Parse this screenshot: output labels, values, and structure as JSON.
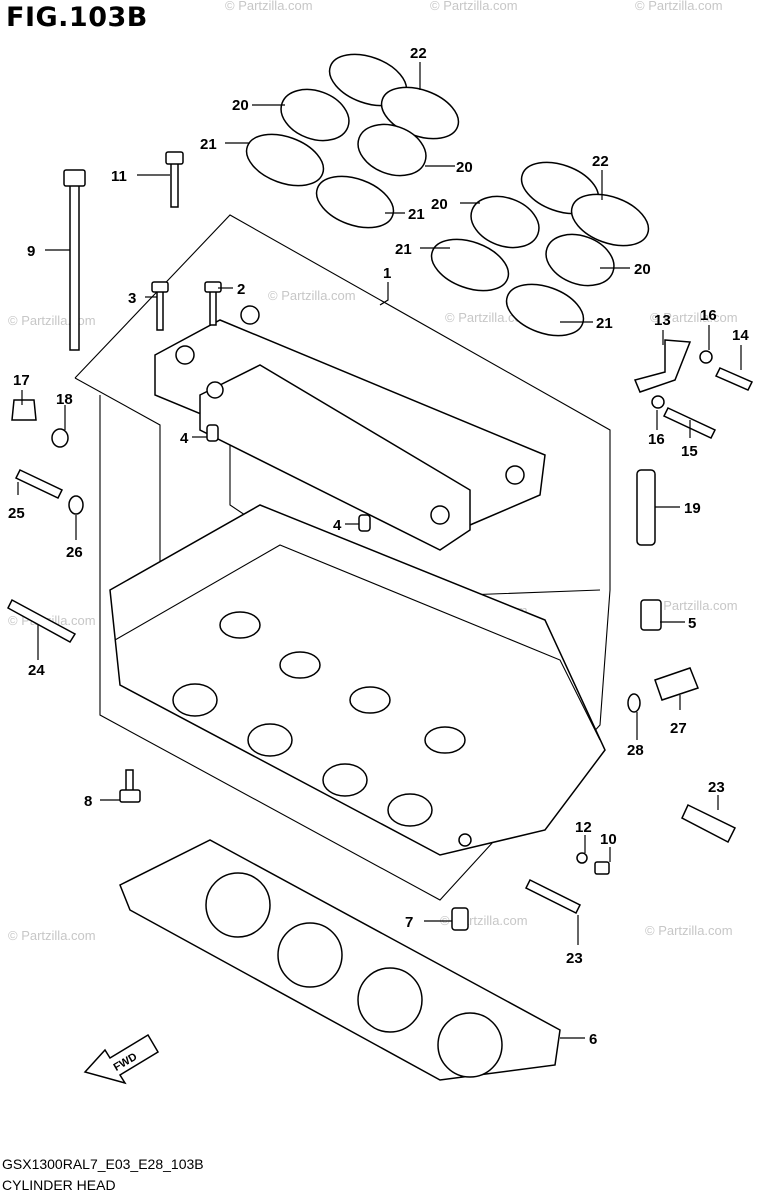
{
  "figure": {
    "title": "FIG.103B",
    "code": "GSX1300RAL7_E03_E28_103B",
    "name": "CYLINDER HEAD",
    "fwd_label": "FWD"
  },
  "watermark": "© Partzilla.com",
  "callouts": [
    {
      "id": "c22a",
      "label": "22"
    },
    {
      "id": "c20a",
      "label": "20"
    },
    {
      "id": "c21a",
      "label": "21"
    },
    {
      "id": "c20b",
      "label": "20"
    },
    {
      "id": "c21b",
      "label": "21"
    },
    {
      "id": "c22b",
      "label": "22"
    },
    {
      "id": "c20c",
      "label": "20"
    },
    {
      "id": "c21c",
      "label": "21"
    },
    {
      "id": "c20d",
      "label": "20"
    },
    {
      "id": "c21d",
      "label": "21"
    },
    {
      "id": "c11",
      "label": "11"
    },
    {
      "id": "c9",
      "label": "9"
    },
    {
      "id": "c1",
      "label": "1"
    },
    {
      "id": "c2",
      "label": "2"
    },
    {
      "id": "c3",
      "label": "3"
    },
    {
      "id": "c13",
      "label": "13"
    },
    {
      "id": "c16a",
      "label": "16"
    },
    {
      "id": "c14",
      "label": "14"
    },
    {
      "id": "c17",
      "label": "17"
    },
    {
      "id": "c18",
      "label": "18"
    },
    {
      "id": "c4a",
      "label": "4"
    },
    {
      "id": "c16b",
      "label": "16"
    },
    {
      "id": "c15",
      "label": "15"
    },
    {
      "id": "c25",
      "label": "25"
    },
    {
      "id": "c19",
      "label": "19"
    },
    {
      "id": "c26",
      "label": "26"
    },
    {
      "id": "c4b",
      "label": "4"
    },
    {
      "id": "c5",
      "label": "5"
    },
    {
      "id": "c24",
      "label": "24"
    },
    {
      "id": "c27",
      "label": "27"
    },
    {
      "id": "c28",
      "label": "28"
    },
    {
      "id": "c8",
      "label": "8"
    },
    {
      "id": "c23a",
      "label": "23"
    },
    {
      "id": "c12",
      "label": "12"
    },
    {
      "id": "c10",
      "label": "10"
    },
    {
      "id": "c7",
      "label": "7"
    },
    {
      "id": "c23b",
      "label": "23"
    },
    {
      "id": "c6",
      "label": "6"
    }
  ]
}
